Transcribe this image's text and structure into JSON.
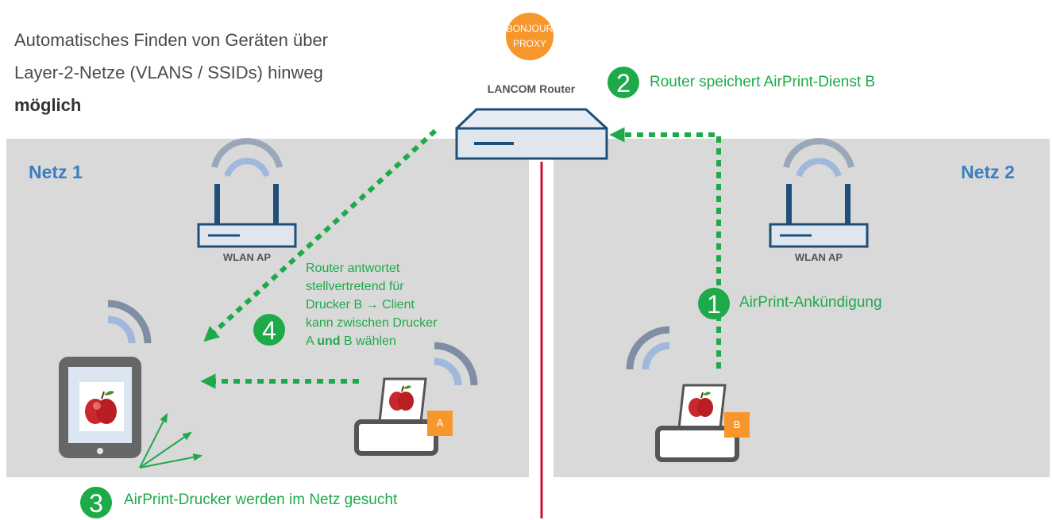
{
  "headline": {
    "line1": "Automatisches Finden von Geräten über",
    "line2": "Layer-2-Netze (VLANS / SSIDs) hinweg",
    "line3": "möglich"
  },
  "router": {
    "label": "LANCOM Router",
    "bubble_line1": "BONJOUR",
    "bubble_line2": "PROXY"
  },
  "networks": [
    {
      "label": "Netz 1",
      "ap_label": "WLAN AP"
    },
    {
      "label": "Netz 2",
      "ap_label": "WLAN AP"
    }
  ],
  "steps": [
    {
      "number": "1",
      "text": "AirPrint-Ankündigung"
    },
    {
      "number": "2",
      "text": "Router speichert AirPrint-Dienst B"
    },
    {
      "number": "3",
      "text": "AirPrint-Drucker werden im Netz gesucht"
    },
    {
      "number": "4",
      "line1": "Router antwortet",
      "line2": "stellvertretend für",
      "line3": "Drucker B → Client",
      "line4": "kann zwischen Drucker",
      "line5a": "A ",
      "line5b": "und",
      "line5c": " B wählen"
    }
  ],
  "printers": [
    {
      "tag": "A"
    },
    {
      "tag": "B"
    }
  ],
  "icons": [
    "wifi-icon",
    "router-icon",
    "wlan-ap-icon",
    "tablet-icon",
    "printer-icon",
    "apple-icon"
  ],
  "colors": {
    "network_bg": "#d9d9d9",
    "heading_blue": "#3a7ec2",
    "accent_green": "#1faa4a",
    "accent_orange": "#f7962b",
    "divider_red": "#c8102e",
    "device_gray": "#666666"
  }
}
